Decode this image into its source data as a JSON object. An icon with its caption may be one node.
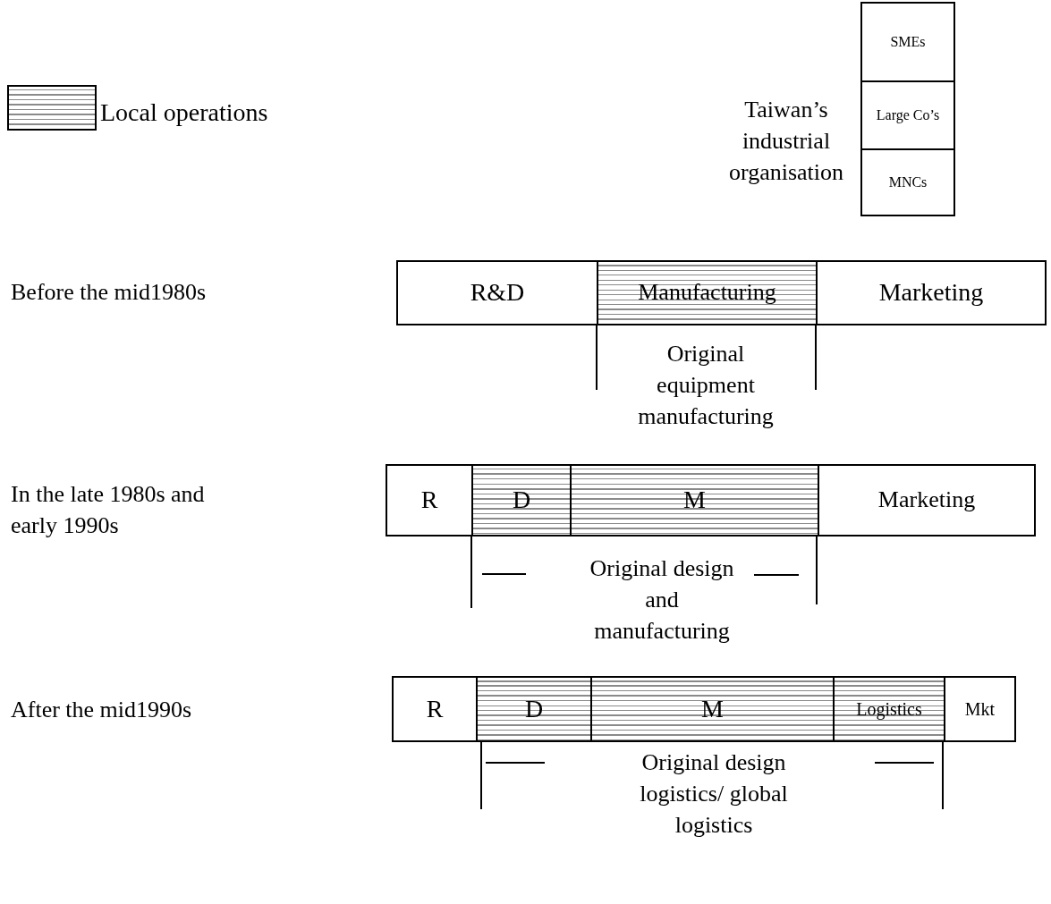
{
  "diagram": {
    "nodes": [
      {
        "text": [
          "Taiwan’s industrial organisation"
        ]
      },
      {
        "text": [
          "SMEs"
        ],
        "in": 0
      },
      {
        "text": [
          "Large Co’s"
        ],
        "in": 0
      },
      {
        "text": [
          "MNCs"
        ],
        "in": 0
      },
      {
        "text": [
          "R&D"
        ]
      },
      {
        "text": [
          "Manufacturing"
        ]
      },
      {
        "text": [
          "Marketing"
        ]
      },
      {
        "text": [
          "R"
        ]
      },
      {
        "text": [
          "D"
        ]
      },
      {
        "text": [
          "M"
        ]
      },
      {
        "text": [
          "Marketing"
        ]
      },
      {
        "text": [
          "R"
        ]
      },
      {
        "text": [
          "D"
        ]
      },
      {
        "text": [
          "M"
        ]
      },
      {
        "text": [
          "Logistics"
        ]
      },
      {
        "text": [
          "Mkt"
        ]
      }
    ],
    "edges": [],
    "labels": [
      "Before the mid1980s",
      "Original equipment manufacturing",
      "In the late 1980s and early 1990s",
      "Original design and manufacturing",
      "After the mid1990s",
      "Original design logistics/ global logistics"
    ],
    "legend": [
      {
        "text": "Local operations"
      }
    ]
  }
}
